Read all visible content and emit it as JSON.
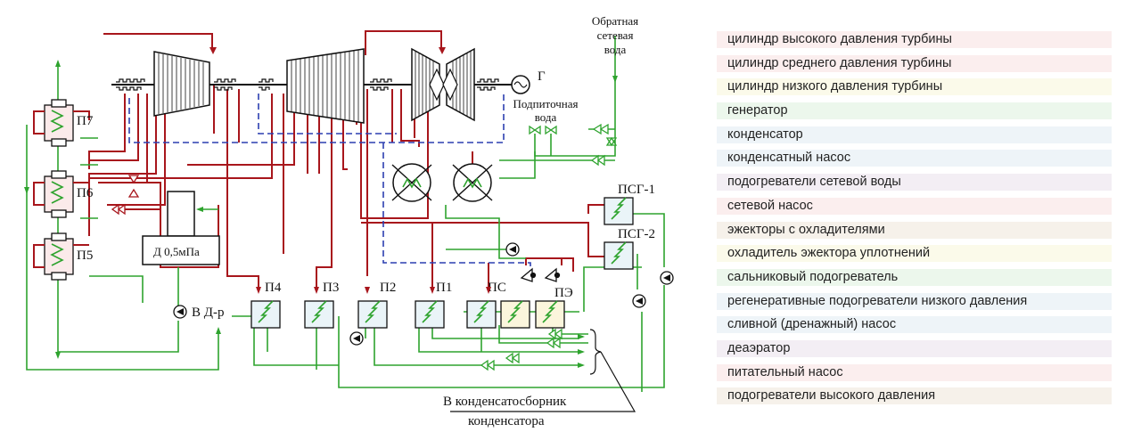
{
  "diagram": {
    "labels": {
      "return_water": [
        "Обратная",
        "сетевая",
        "вода"
      ],
      "generator": "Г",
      "makeup_water": [
        "Подпиточная",
        "вода"
      ],
      "p7": "П7",
      "p6": "П6",
      "p5": "П5",
      "psg1": "ПСГ-1",
      "psg2": "ПСГ-2",
      "deaerator": "Д 0,5мПа",
      "to_deaerator": "В Д-р",
      "p4": "П4",
      "p3": "П3",
      "p2": "П2",
      "p1": "П1",
      "ps": "ПС",
      "pe": "ПЭ",
      "condensate_collector": [
        "В конденсатосборник",
        "конденсатора"
      ]
    }
  },
  "legend": {
    "items": [
      {
        "label": "цилиндр высокого давления турбины",
        "color": "#fbeeee"
      },
      {
        "label": "цилиндр среднего давления турбины",
        "color": "#fbeeee"
      },
      {
        "label": "цилиндр низкого давления турбины",
        "color": "#fbfaea"
      },
      {
        "label": "генератор",
        "color": "#ecf7ec"
      },
      {
        "label": "конденсатор",
        "color": "#eef4f8"
      },
      {
        "label": "конденсатный насос",
        "color": "#eef4f8"
      },
      {
        "label": "подогреватели сетевой воды",
        "color": "#f3eef4"
      },
      {
        "label": "сетевой насос",
        "color": "#fbeeee"
      },
      {
        "label": "эжекторы с охладителями",
        "color": "#f6f1ea"
      },
      {
        "label": "охладитель эжектора уплотнений",
        "color": "#fbfaea"
      },
      {
        "label": "сальниковый подогреватель",
        "color": "#ecf7ec"
      },
      {
        "label": "регенеративные подогреватели низкого давления",
        "color": "#eef4f8"
      },
      {
        "label": "сливной (дренажный) насос",
        "color": "#eef4f8"
      },
      {
        "label": "деаэратор",
        "color": "#f3eef4"
      },
      {
        "label": "питательный насос",
        "color": "#fbeeee"
      },
      {
        "label": "подогреватели высокого давления",
        "color": "#f6f1ea"
      }
    ]
  }
}
